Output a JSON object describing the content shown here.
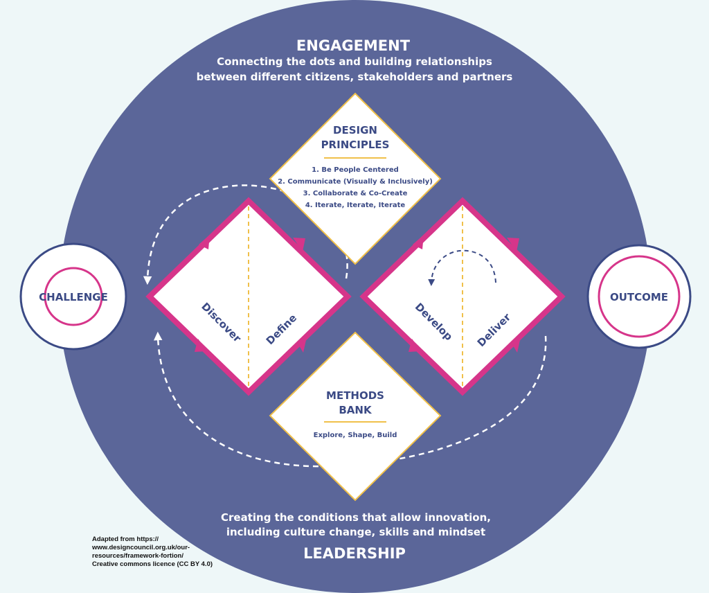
{
  "engagement": {
    "title": "ENGAGEMENT",
    "line1": "Connecting the dots and building relationships",
    "line2": "between different citizens, stakeholders and partners"
  },
  "leadership": {
    "title": "LEADERSHIP",
    "line1": "Creating the conditions that allow innovation,",
    "line2": "including culture change, skills and mindset"
  },
  "challenge": {
    "label": "CHALLENGE"
  },
  "outcome": {
    "label": "OUTCOME"
  },
  "design_principles": {
    "title1": "DESIGN",
    "title2": "PRINCIPLES",
    "items": [
      "1. Be People Centered",
      "2. Communicate (Visually & Inclusively)",
      "3. Collaborate & Co-Create",
      "4. Iterate, Iterate, Iterate"
    ]
  },
  "methods_bank": {
    "title1": "METHODS",
    "title2": "BANK",
    "subtitle": "Explore, Shape, Build"
  },
  "phases": {
    "discover": "Discover",
    "define": "Define",
    "develop": "Develop",
    "deliver": "Deliver"
  },
  "credit": {
    "line1": "Adapted from https://",
    "line2": "www.designcouncil.org.uk/our-",
    "line3": "resources/framework-fortion/",
    "line4": "Creative commons licence (CC BY 4.0)"
  },
  "colors": {
    "background": "#eef7f8",
    "circle": "#5b6699",
    "navy": "#3b4a85",
    "magenta": "#d6358a",
    "gold": "#f0c04a",
    "white": "#ffffff"
  }
}
